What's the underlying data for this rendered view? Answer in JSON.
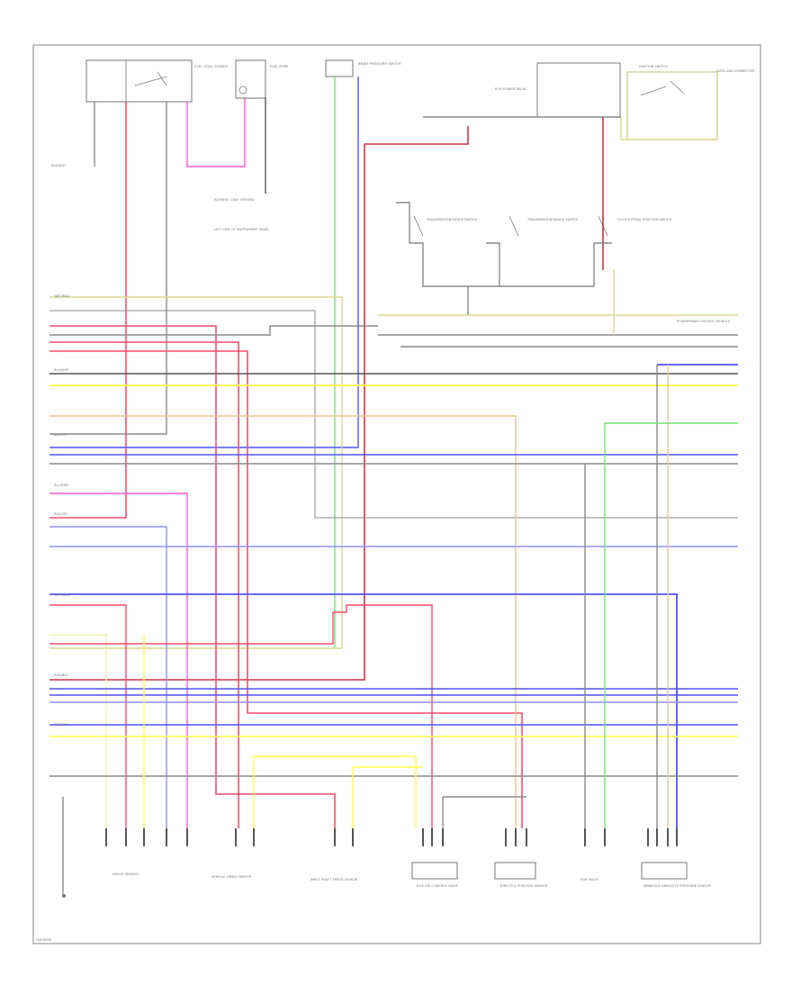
{
  "colors": {
    "red": "#ff4a6a",
    "pink": "#ff5acb",
    "blue": "#5050ff",
    "light_blue": "#8f8fff",
    "yellow": "#ffff4a",
    "light_yellow": "#f4f4a8",
    "green": "#77e077",
    "olive": "#d9d98f",
    "tan": "#e5c890",
    "gray": "#8a8a8a",
    "dark": "#555555",
    "darkred": "#cc3344"
  },
  "labels": {
    "top_comp_1": "FUEL LEVEL SENDER",
    "top_comp_2": "FUEL PUMP",
    "top_comp_3": "BRAKE PRESSURE SWITCH",
    "dlc": "DATA LINK CONNECTOR",
    "ignition": "IGNITION SWITCH",
    "relay": "PCM POWER RELAY",
    "tr_switch_1": "TRANSMISSION RANGE SWITCH",
    "tr_switch_2": "TRANSMISSION RANGE SWITCH",
    "clutch": "CLUTCH PEDAL POSITION SWITCH",
    "note_1": "ELEMENT CASE GROUND",
    "note_2": "LEFT SIDE OF INSTRUMENT PANEL",
    "left_ground": "BLK/WHT",
    "wire_1": "WHT/RED",
    "wire_2": "BLK/WHT",
    "wire_3": "BLU/YEL",
    "wire_4": "BLU/RED",
    "wire_5": "RED/YEL",
    "wire_6": "WHT/GRN",
    "wire_7": "RED/BLK",
    "wire_8": "YEL/GRN",
    "right_label_1": "POWERTRAIN CONTROL MODULE",
    "bottom_1": "KNOCK SENSOR",
    "bottom_2": "VEHICLE SPEED SENSOR",
    "bottom_3": "INPUT SHAFT SPEED SENSOR",
    "bottom_4": "IDLE AIR CONTROL VALVE",
    "bottom_5": "THROTTLE POSITION SENSOR",
    "bottom_6": "EGR VALVE",
    "bottom_7": "MANIFOLD ABSOLUTE PRESSURE SENSOR",
    "footnote": "DIAGRAM"
  }
}
